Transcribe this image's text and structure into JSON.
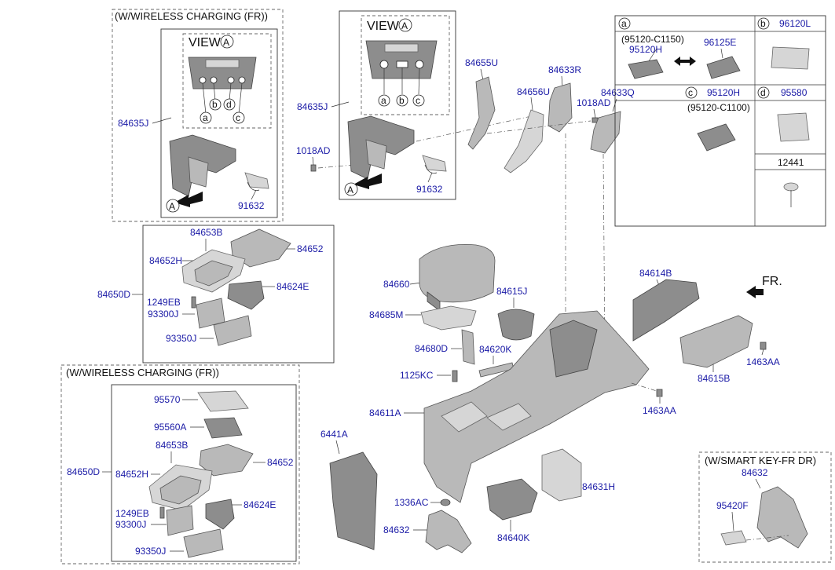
{
  "groups": {
    "wireless_top": "(W/WIRELESS CHARGING (FR))",
    "wireless_bottom": "(W/WIRELESS CHARGING (FR))",
    "smart_key": "(W/SMART KEY-FR DR)"
  },
  "views": {
    "view_a": "VIEW",
    "view_a_circle": "A"
  },
  "callouts": {
    "a": "a",
    "b": "b",
    "c": "c",
    "d": "d",
    "A": "A"
  },
  "direction": "FR.",
  "labels": {
    "p84635J_left": "84635J",
    "p84635J_mid": "84635J",
    "p1018AD_left": "1018AD",
    "p1018AD_right": "1018AD",
    "p91632_left": "91632",
    "p91632_mid": "91632",
    "p84655U": "84655U",
    "p84656U": "84656U",
    "p84633R": "84633R",
    "p84633Q": "84633Q",
    "p84653B_top": "84653B",
    "p84652_top": "84652",
    "p84652H_top": "84652H",
    "p84624E_top": "84624E",
    "p84650D_top": "84650D",
    "p1249EB_top": "1249EB",
    "p93300J_top": "93300J",
    "p93350J_top": "93350J",
    "p84660": "84660",
    "p84685M": "84685M",
    "p84615J": "84615J",
    "p84680D": "84680D",
    "p84620K": "84620K",
    "p1125KC": "1125KC",
    "p84611A": "84611A",
    "p84614B": "84614B",
    "p1463AA_right": "1463AA",
    "p84615B": "84615B",
    "p1463AA_mid": "1463AA",
    "p95570": "95570",
    "p95560A": "95560A",
    "p84653B_bot": "84653B",
    "p84652_bot": "84652",
    "p84650D_bot": "84650D",
    "p84652H_bot": "84652H",
    "p84624E_bot": "84624E",
    "p1249EB_bot": "1249EB",
    "p93300J_bot": "93300J",
    "p93350J_bot": "93350J",
    "p6441A": "6441A",
    "p1336AC": "1336AC",
    "p84632_bot": "84632",
    "p84640K": "84640K",
    "p84631H": "84631H",
    "p84632_sk": "84632",
    "p95420F": "95420F"
  },
  "legend": {
    "a_code": "a",
    "a_part1": "(95120-C1150)",
    "a_part2": "95120H",
    "a_part3": "96125E",
    "b_code": "b",
    "b_part": "96120L",
    "c_code": "c",
    "c_part1": "95120H",
    "c_part2": "(95120-C1100)",
    "d_code": "d",
    "d_part": "95580",
    "e_part": "12441"
  }
}
